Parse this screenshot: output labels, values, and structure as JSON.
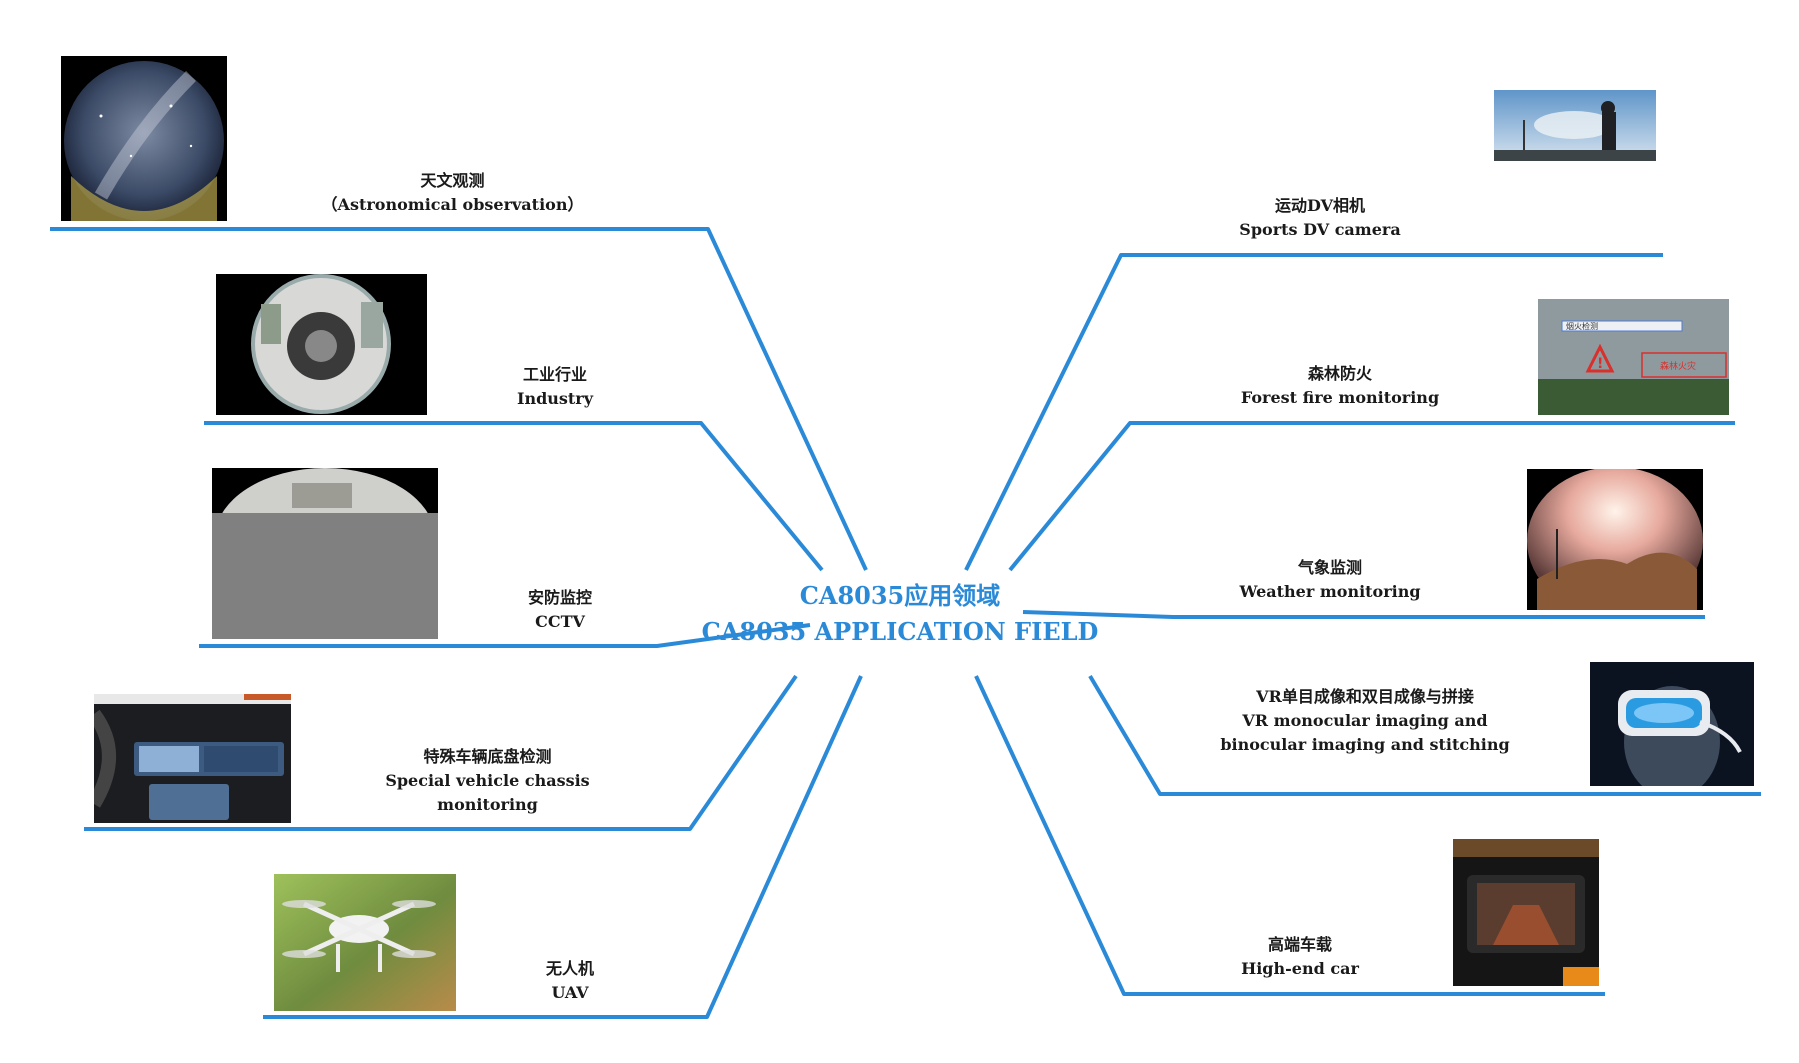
{
  "colors": {
    "accent": "#2b8ad8",
    "text": "#1a1a1a"
  },
  "center": {
    "line1": "CA8035应用领域",
    "line2": "CA8035 APPLICATION FIELD"
  },
  "left": [
    {
      "cn": "天文观测",
      "en": "（Astronomical observation）"
    },
    {
      "cn": "工业行业",
      "en": "Industry"
    },
    {
      "cn": "安防监控",
      "en": "CCTV"
    },
    {
      "cn": "特殊车辆底盘检测",
      "en": "Special vehicle chassis monitoring"
    },
    {
      "cn": "无人机",
      "en": "UAV"
    }
  ],
  "right": [
    {
      "cn": "运动DV相机",
      "en": "Sports DV camera"
    },
    {
      "cn": "森林防火",
      "en": "Forest fire monitoring",
      "overlay_box": "烟火检测",
      "overlay_alert": "森林火灾"
    },
    {
      "cn": "气象监测",
      "en": "Weather monitoring"
    },
    {
      "cn": "VR单目成像和双目成像与拼接",
      "en": "VR monocular imaging and binocular imaging and stitching"
    },
    {
      "cn": "高端车载",
      "en": "High-end car"
    }
  ]
}
